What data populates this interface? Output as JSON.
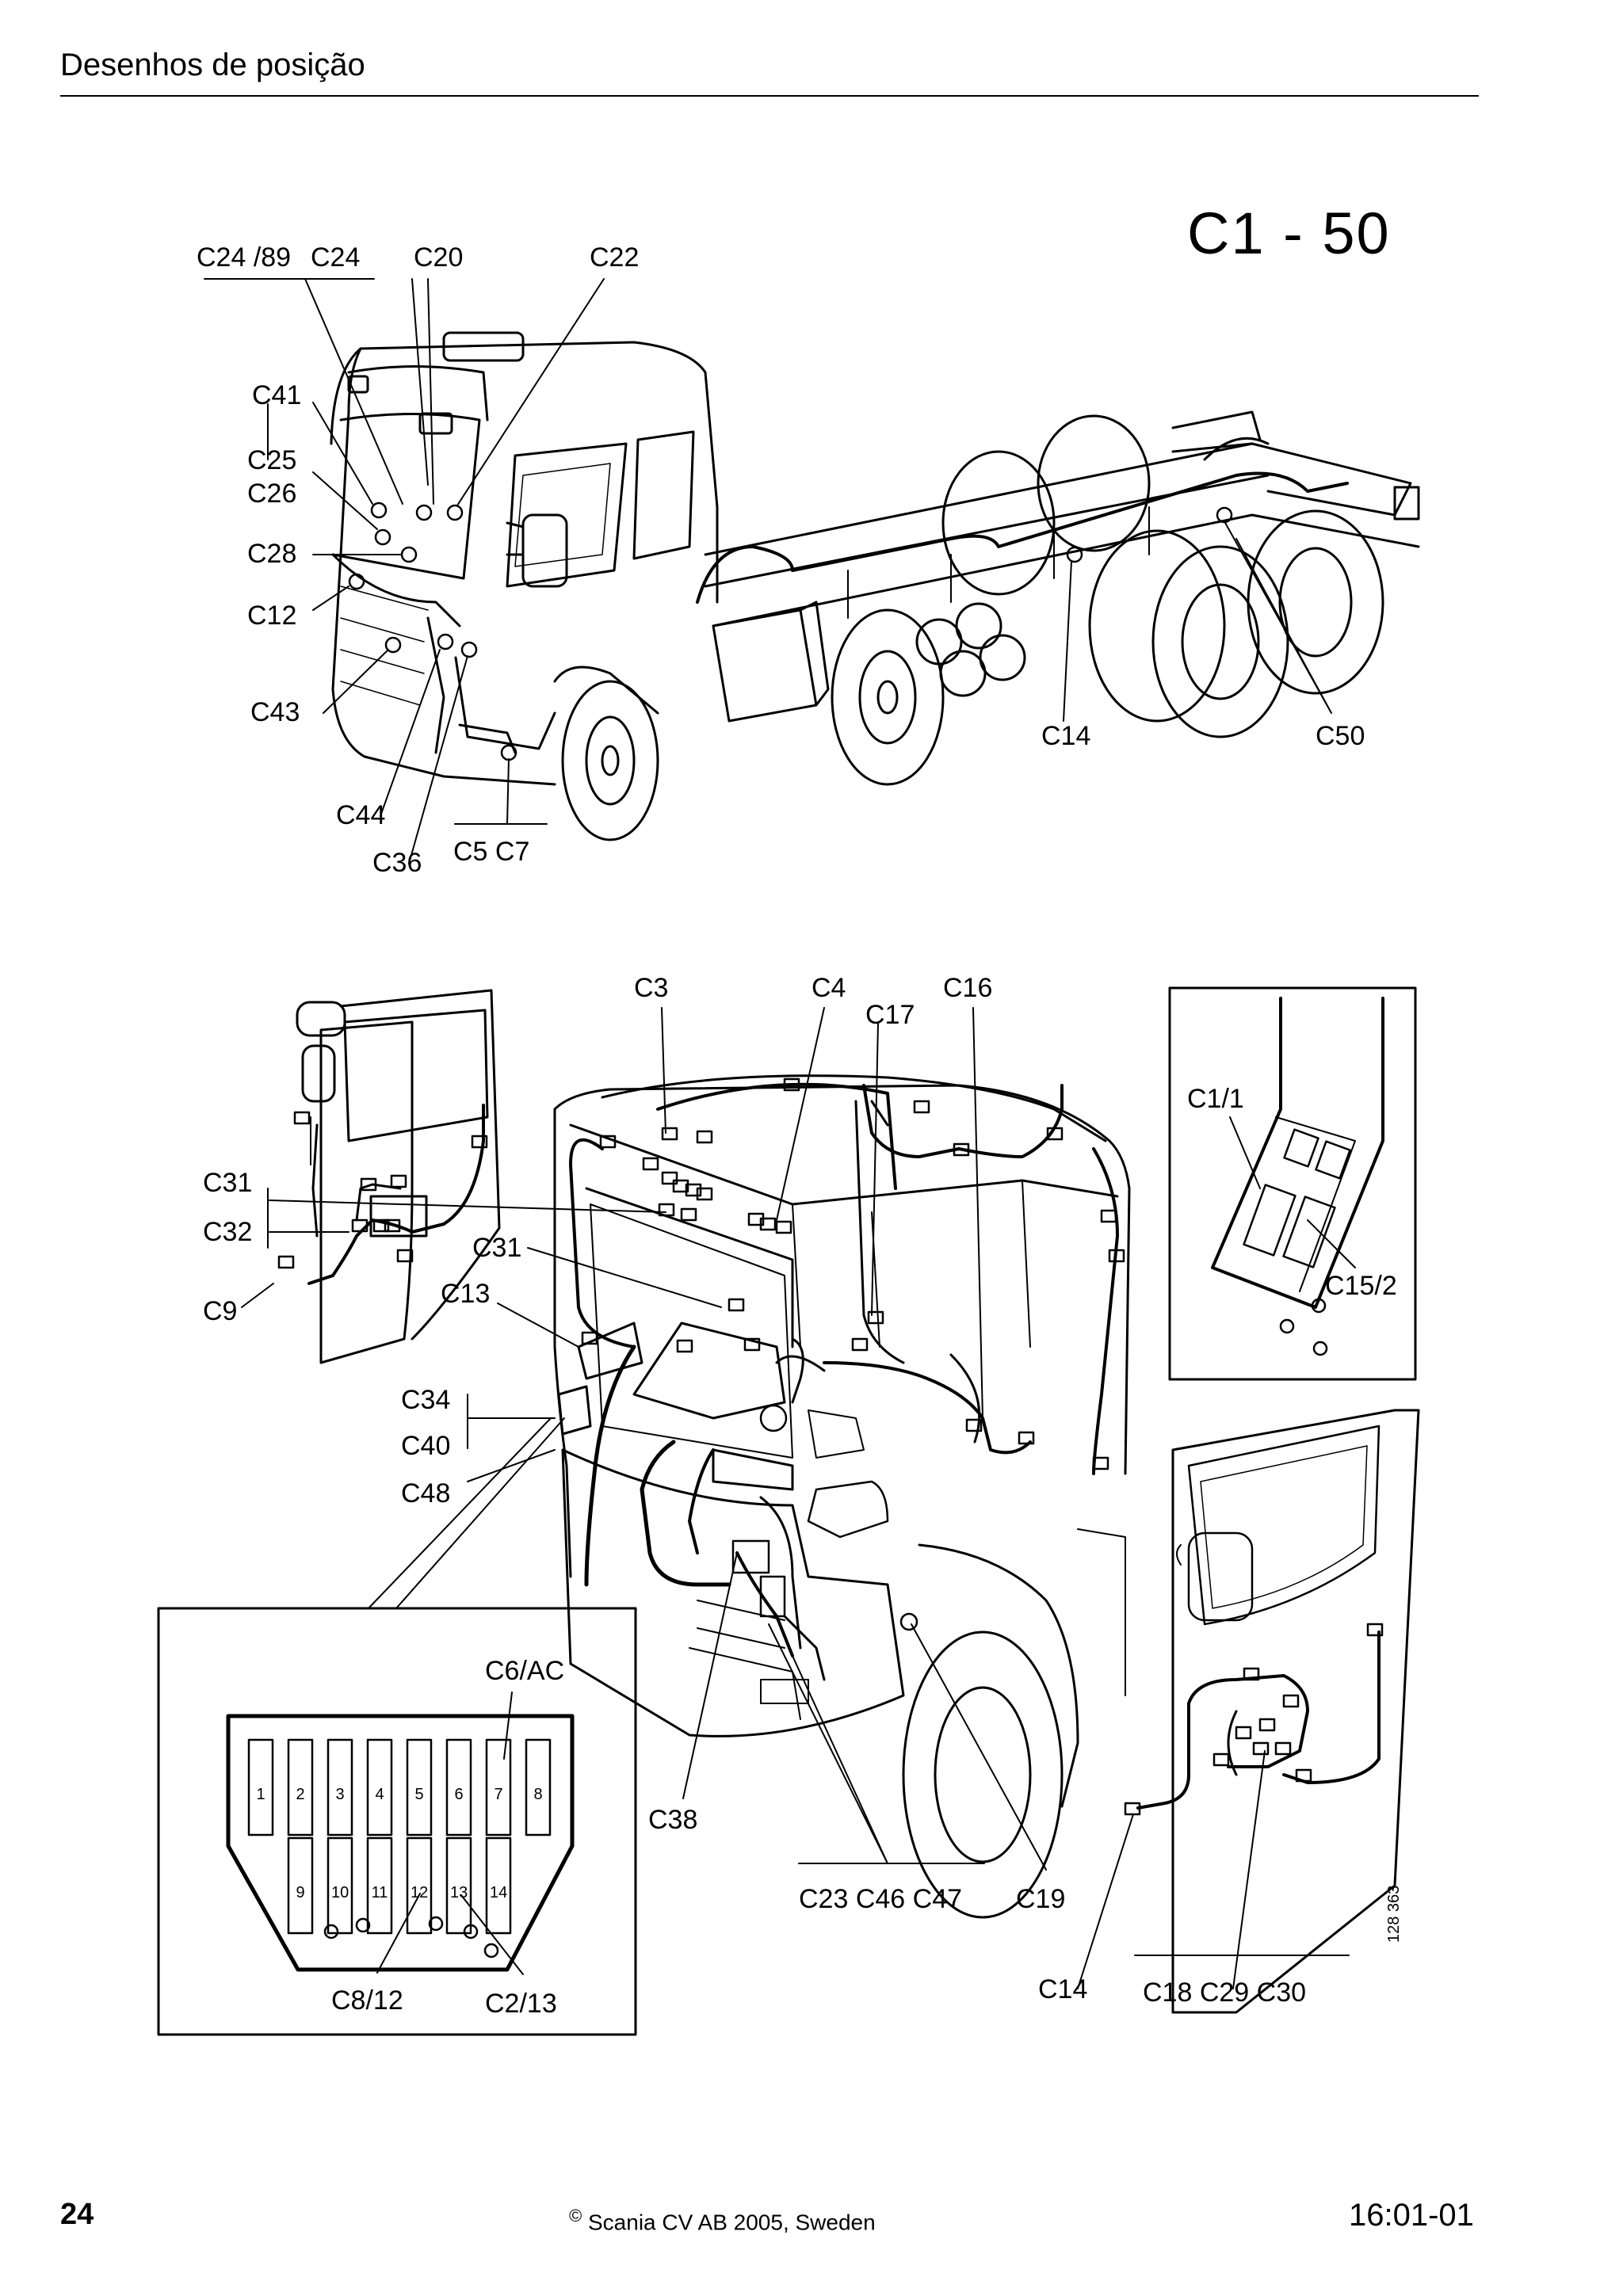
{
  "header": {
    "section_title": "Desenhos de posição"
  },
  "diagram_title": "C1 - 50",
  "top_view_labels": {
    "c24_89": "C24 /89",
    "c24": "C24",
    "c20": "C20",
    "c22": "C22",
    "c41": "C41",
    "c25": "C25",
    "c26": "C26",
    "c28": "C28",
    "c12": "C12",
    "c43": "C43",
    "c44": "C44",
    "c36": "C36",
    "c5_c7": "C5  C7",
    "c14": "C14",
    "c50": "C50"
  },
  "cab_view_labels": {
    "c3": "C3",
    "c4": "C4",
    "c16": "C16",
    "c17": "C17",
    "c31_door": "C31",
    "c32": "C32",
    "c9": "C9",
    "c31_cab": "C31",
    "c13": "C13",
    "c34": "C34",
    "c40": "C40",
    "c48": "C48",
    "c38": "C38",
    "c23_c46_c47": "C23  C46  C47",
    "c19": "C19",
    "c14": "C14",
    "c18_c29_c30": "C18   C29   C30"
  },
  "inset_right_labels": {
    "c1_1": "C1/1",
    "c15_2": "C15/2"
  },
  "fuse_box": {
    "title": "C6/AC",
    "top_row": [
      "1",
      "2",
      "3",
      "4",
      "5",
      "6",
      "7",
      "8"
    ],
    "bottom_row": [
      "9",
      "10",
      "11",
      "12",
      "13",
      "14"
    ],
    "label_left": "C8/12",
    "label_right": "C2/13"
  },
  "figure_reference": "128 363",
  "footer": {
    "page_number": "24",
    "copyright_symbol": "©",
    "copyright": "Scania CV AB 2005, Sweden",
    "doc_code": "16:01-01"
  }
}
